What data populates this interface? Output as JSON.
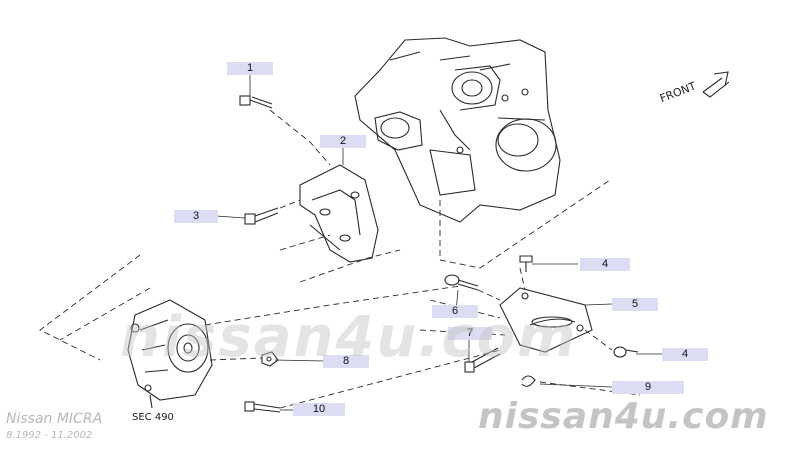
{
  "diagram": {
    "front_label": "FRONT",
    "sec_label": "SEC 490",
    "vehicle_label": "Nissan MICRA",
    "period_label": "8.1992 - 11.2002",
    "watermark_small": "nissan4u.com",
    "watermark_large": "nissan4u.com",
    "callouts": [
      "1",
      "2",
      "3",
      "4",
      "5",
      "6",
      "7",
      "8",
      "4",
      "9",
      "10"
    ]
  },
  "colors": {
    "line": "#2a2a2a",
    "callout_bg": "#dcdcf2",
    "watermark": "#c4c4c4"
  }
}
